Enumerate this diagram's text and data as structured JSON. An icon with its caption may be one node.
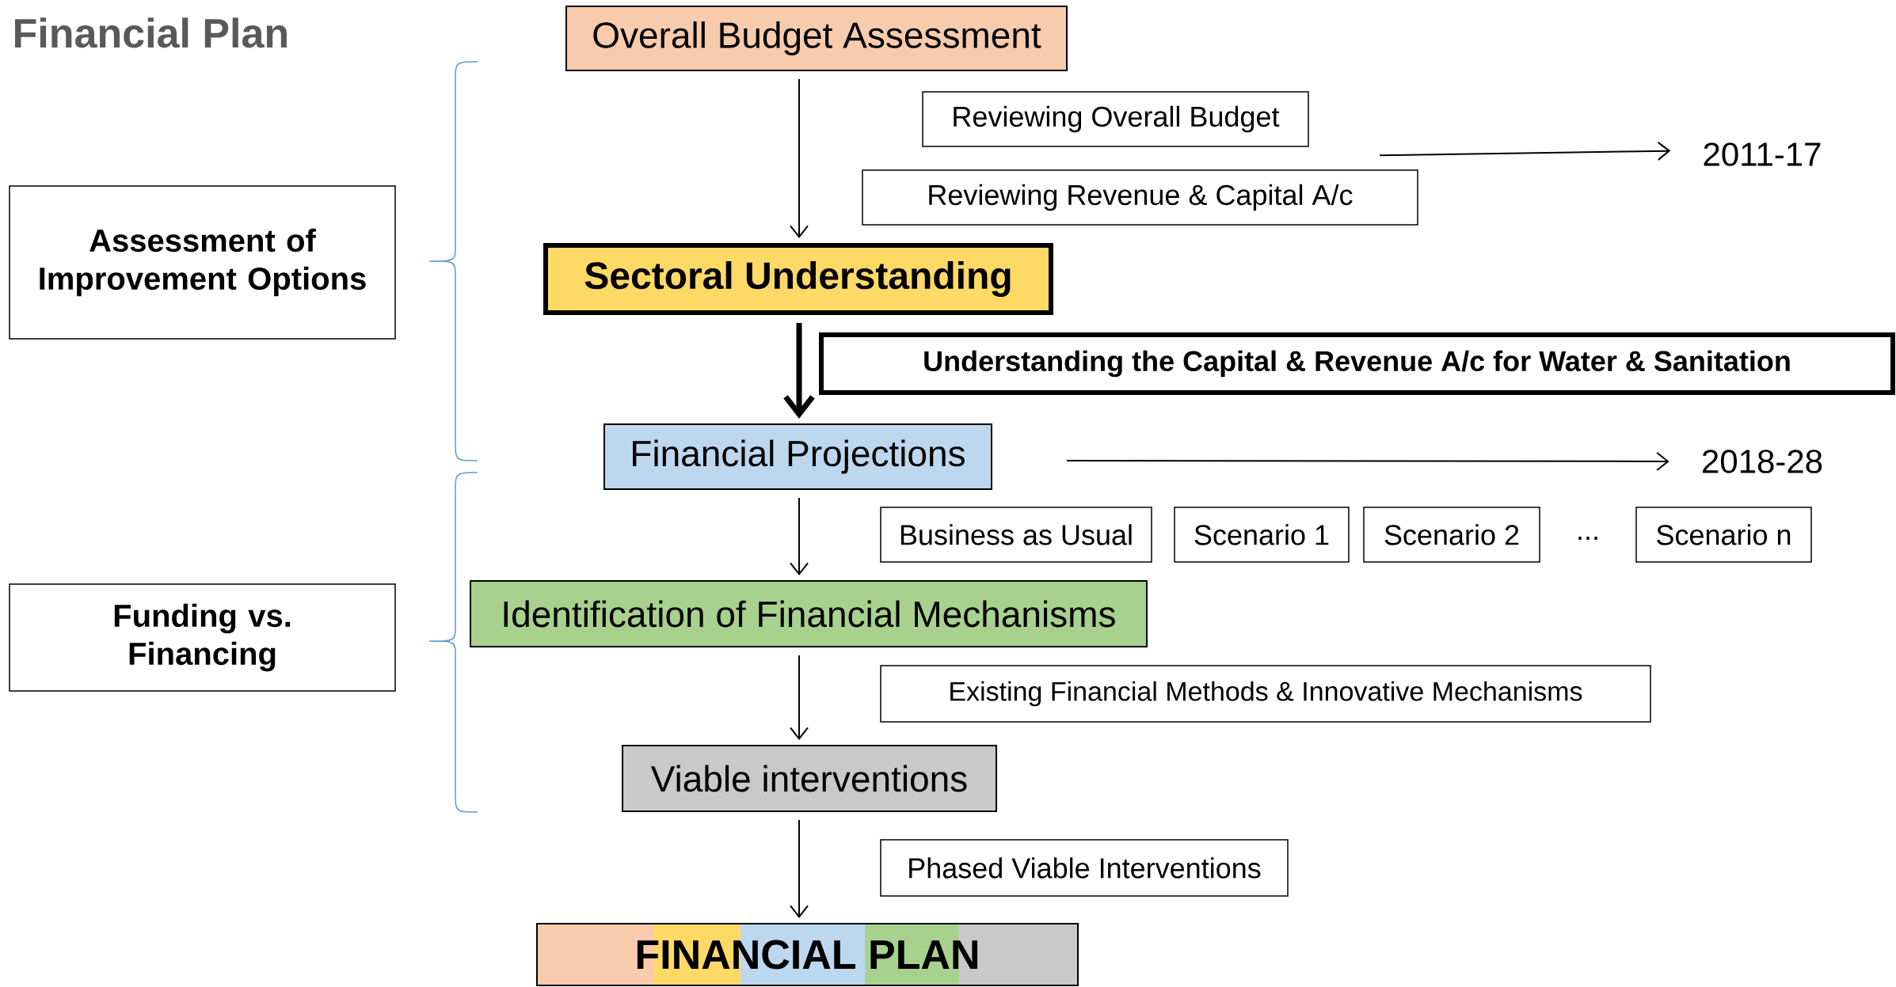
{
  "diagram": {
    "title": "Financial Plan",
    "nodes": [
      {
        "text": [
          "Overall Budget Assessment"
        ]
      },
      {
        "text": [
          "Reviewing Overall Budget"
        ]
      },
      {
        "text": [
          "Reviewing Revenue & Capital A/c"
        ]
      },
      {
        "text": [
          "2011-17"
        ]
      },
      {
        "text": [
          "Assessment of Improvement Options"
        ]
      },
      {
        "text": [
          "Sectoral Understanding"
        ]
      },
      {
        "text": [
          "Understanding the Capital & Revenue A/c for Water & Sanitation"
        ]
      },
      {
        "text": [
          "Financial Projections"
        ]
      },
      {
        "text": [
          "2018-28"
        ]
      },
      {
        "text": [
          "Business as Usual"
        ]
      },
      {
        "text": [
          "Scenario 1"
        ]
      },
      {
        "text": [
          "Scenario 2"
        ]
      },
      {
        "text": [
          "Scenario n"
        ]
      },
      {
        "text": [
          "Identification of Financial Mechanisms"
        ]
      },
      {
        "text": [
          "Funding vs. Financing"
        ]
      },
      {
        "text": [
          "Existing Financial Methods & Innovative Mechanisms"
        ]
      },
      {
        "text": [
          "Viable interventions"
        ]
      },
      {
        "text": [
          "Phased Viable Interventions"
        ]
      },
      {
        "text": [
          "FINANCIAL PLAN"
        ]
      }
    ],
    "edges": [
      {
        "from": 0,
        "to": 5,
        "arrow": "to"
      },
      {
        "from": 2,
        "to": 3,
        "arrow": "to"
      },
      {
        "from": 5,
        "to": 7,
        "arrow": "to",
        "style": "thick"
      },
      {
        "from": null,
        "to": 8,
        "arrow": "to"
      },
      {
        "from": 7,
        "to": 13,
        "arrow": "to"
      },
      {
        "from": 13,
        "to": 16,
        "arrow": "to"
      },
      {
        "from": 16,
        "to": 18,
        "arrow": "to"
      }
    ],
    "labels": [
      "..."
    ]
  }
}
